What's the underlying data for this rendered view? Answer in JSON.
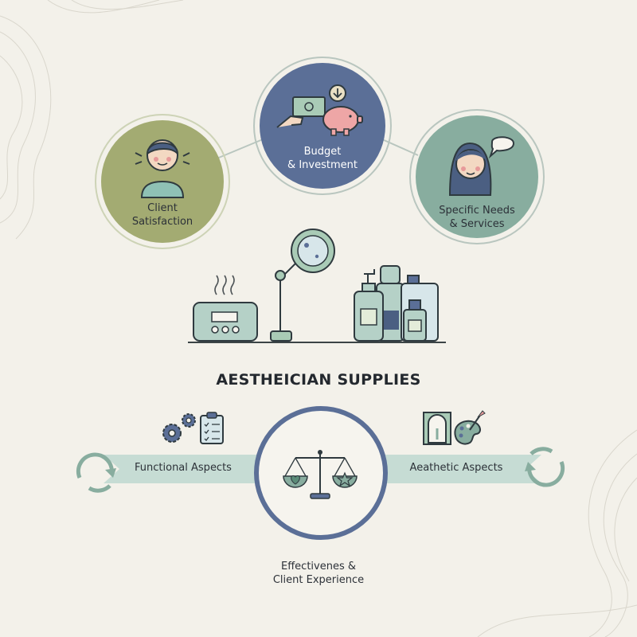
{
  "title": "AESTHEICIAN SUPPLIES",
  "nodes": {
    "client_satisfaction": [
      "Client",
      "Satisfaction"
    ],
    "budget_investment": [
      "Budget",
      "& Investment"
    ],
    "specific_needs": [
      "Specific Needs",
      "& Services"
    ]
  },
  "aspects": {
    "functional": "Functional Aspects",
    "aesthetic": "Aeathetic Aspects"
  },
  "center": [
    "Effectivenes &",
    "Client Experience"
  ],
  "colors": {
    "background": "#f3f1ea",
    "olive_green": "#a3ab72",
    "slate_blue": "#5b6f97",
    "sage_green": "#88ad9f",
    "mint_band": "#c6dcd4",
    "dark_outline": "#4e5a7a"
  },
  "icons": [
    "person-icon",
    "money-hand-icon",
    "piggy-bank-icon",
    "woman-speech-icon",
    "steamer-icon",
    "magnifier-lamp-icon",
    "bottles-icon",
    "gears-icon",
    "checklist-icon",
    "mirror-icon",
    "palette-icon",
    "balance-scale-icon",
    "cycle-arrow-icon"
  ]
}
